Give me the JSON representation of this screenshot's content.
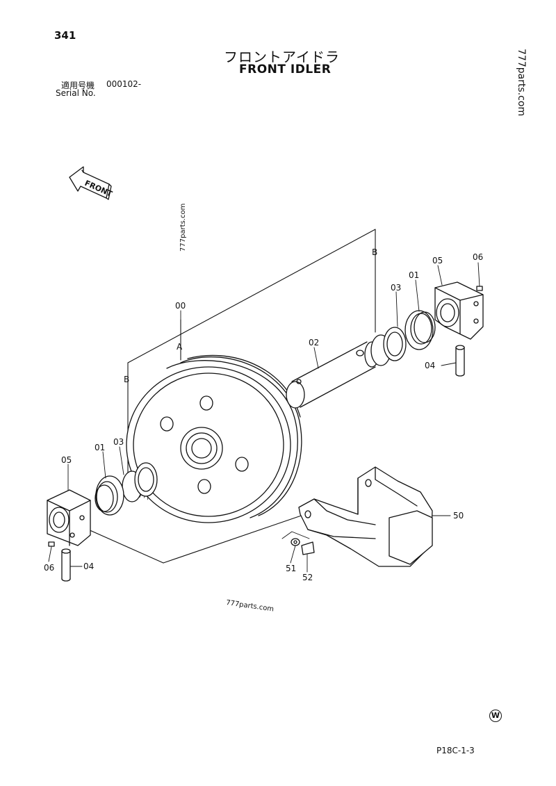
{
  "page_number": "341",
  "title_jp": "フロントアイドラ",
  "title_en": "FRONT IDLER",
  "serial": {
    "label_jp": "適用号機",
    "label_en": "Serial No.",
    "value": "000102-"
  },
  "front_arrow_label": "FRONT",
  "watermarks": {
    "side": "777parts.com",
    "middle": "777parts.com",
    "bottom": "777parts.com",
    "overlay": "777parts.com"
  },
  "callouts": {
    "idler_wheel": "00",
    "ref_a": "A",
    "ref_b_upper": "B",
    "ref_b_lower": "B",
    "shaft": "02",
    "seal_right": "01",
    "collar_right": "03",
    "bracket_right": "05",
    "bolt_right": "06",
    "pin_right": "04",
    "seal_left": "01",
    "collar_left": "03",
    "bracket_left": "05",
    "bolt_left": "06",
    "pin_left": "04",
    "yoke": "50",
    "washer": "51",
    "bolt_yoke": "52"
  },
  "w_mark": "W",
  "drawing_code": "P18C-1-3"
}
